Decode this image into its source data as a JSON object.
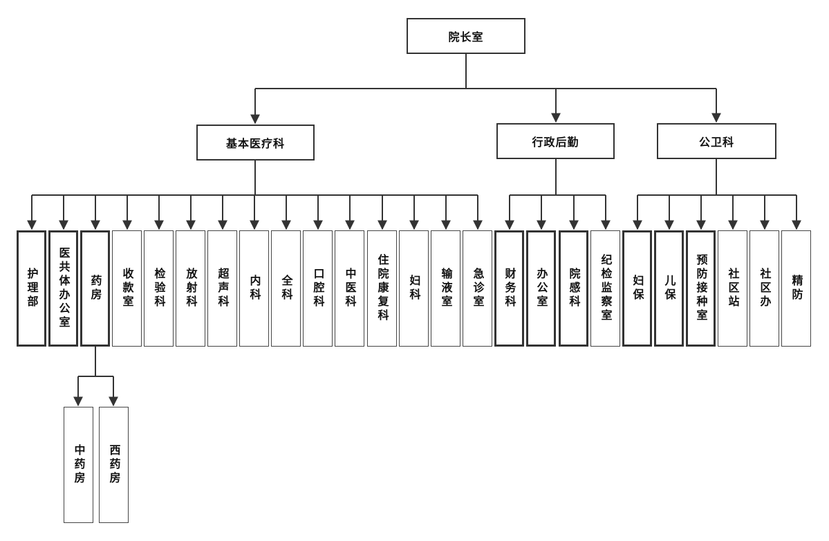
{
  "diagram": {
    "root": "院长室",
    "departments": [
      "基本医疗科",
      "行政后勤",
      "公卫科"
    ],
    "medical_units": [
      "护理部",
      "医共体办公室",
      "药房",
      "收款室",
      "检验科",
      "放射科",
      "超声科",
      "内科",
      "全科",
      "口腔科",
      "中医科",
      "住院康复科",
      "妇科",
      "输液室",
      "急诊室"
    ],
    "admin_units": [
      "财务科",
      "办公室",
      "院感科",
      "纪检监察室"
    ],
    "public_health_units": [
      "妇保",
      "儿保",
      "预防接种室",
      "社区站",
      "社区办",
      "精防"
    ],
    "pharmacy_units": [
      "中药房",
      "西药房"
    ]
  },
  "colors": {
    "line": "#333333",
    "box_border": "#333333",
    "text": "#111111"
  }
}
